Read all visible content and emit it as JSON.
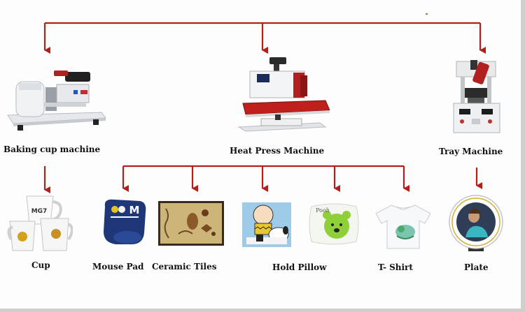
{
  "diagram": {
    "line_color": "#b3201a",
    "machines": {
      "baking_cup": "Baking cup machine",
      "heat_press": "Heat Press Machine",
      "tray": "Tray Machine"
    },
    "products": {
      "cup": "Cup",
      "mouse_pad": "Mouse Pad",
      "ceramic_tiles": "Ceramic Tiles",
      "hold_pillow": "Hold Pillow",
      "t_shirt": "T- Shirt",
      "plate": "Plate"
    },
    "image_text": {
      "mug_print": "MG7",
      "mousepad_print": "M",
      "pillow_print": "Pooh"
    }
  }
}
